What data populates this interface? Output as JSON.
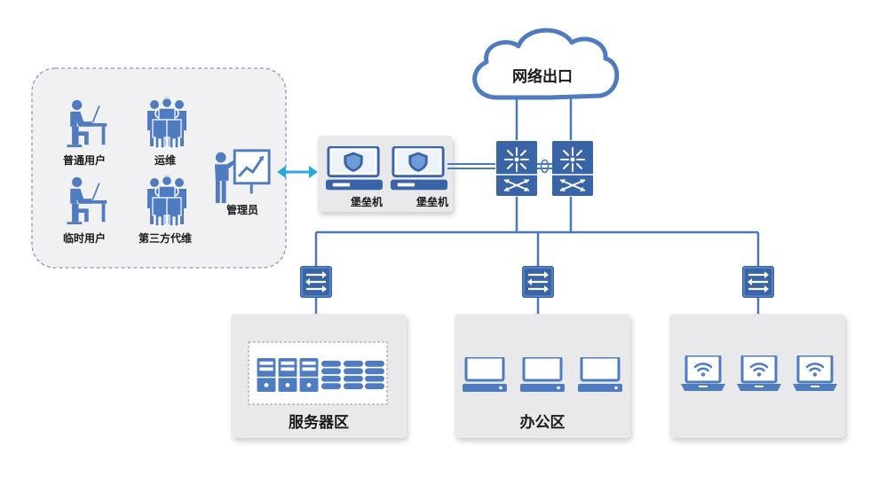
{
  "cloud": {
    "label": "网络出口"
  },
  "user_group": {
    "users": [
      {
        "label": "普通用户",
        "icon": "desk-user-icon"
      },
      {
        "label": "运维",
        "icon": "team-icon"
      },
      {
        "label": "临时用户",
        "icon": "desk-user-icon"
      },
      {
        "label": "第三方代维",
        "icon": "team-icon"
      }
    ],
    "admin": {
      "label": "管理员",
      "icon": "presenter-icon"
    }
  },
  "bastion_hosts": [
    {
      "label": "堡垒机",
      "icon": "bastion-host-icon"
    },
    {
      "label": "堡垒机",
      "icon": "bastion-host-icon"
    }
  ],
  "core_switches": [
    {
      "icon": "core-switch-icon"
    },
    {
      "icon": "core-switch-icon"
    }
  ],
  "zones": [
    {
      "label": "服务器区",
      "switch_icon": "access-switch-icon",
      "device_icons": [
        "server-icon",
        "server-icon",
        "server-icon",
        "storage-icon",
        "storage-icon",
        "storage-icon"
      ]
    },
    {
      "label": "办公区",
      "switch_icon": "access-switch-icon",
      "device_icons": [
        "desktop-pc-icon",
        "desktop-pc-icon",
        "desktop-pc-icon"
      ]
    },
    {
      "label": "",
      "switch_icon": "access-switch-icon",
      "device_icons": [
        "wifi-laptop-icon",
        "wifi-laptop-icon",
        "wifi-laptop-icon"
      ]
    }
  ],
  "colors": {
    "primary_blue": "#4f7cc1",
    "dark_blue": "#3a64a8",
    "line_blue": "#4a78c0",
    "arrow_cyan": "#2aa8e0",
    "panel_gray": "#e9e9ec",
    "group_bg": "#f1f1f3",
    "group_border": "#9a8fc2"
  }
}
